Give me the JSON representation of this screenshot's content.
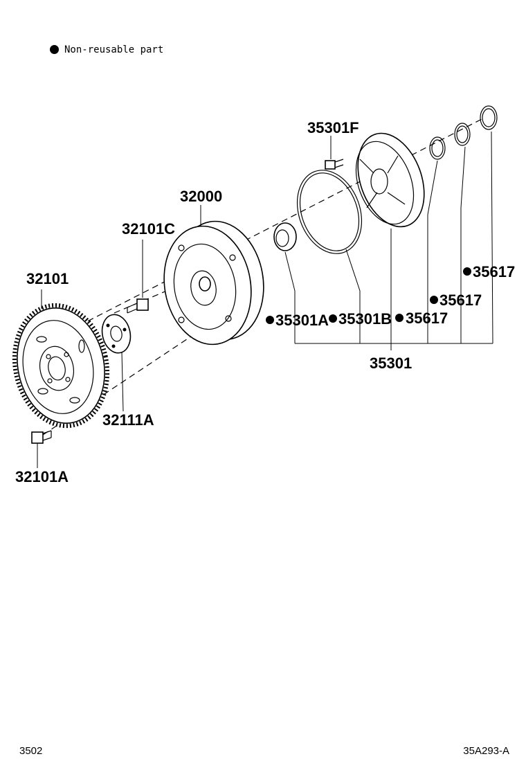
{
  "legend": {
    "marker": "●",
    "text": "Non-reusable part"
  },
  "footer": {
    "left": "3502",
    "right": "35A293-A"
  },
  "parts": {
    "p32101": "32101",
    "p32101A": "32101A",
    "p32111A": "32111A",
    "p32101C": "32101C",
    "p32000": "32000",
    "p35301F": "35301F",
    "p35301A": "35301A",
    "p35301B": "35301B",
    "p35617a": "35617",
    "p35617b": "35617",
    "p35617c": "35617",
    "p35301": "35301"
  },
  "colors": {
    "ink": "#000000",
    "paper": "#ffffff"
  }
}
